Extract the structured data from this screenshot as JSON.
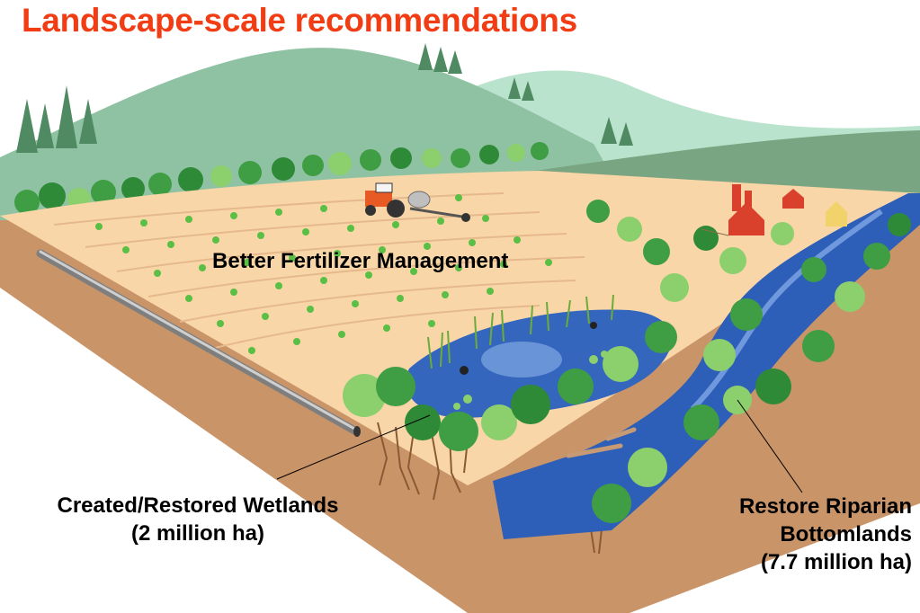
{
  "title": "Landscape-scale recommendations",
  "labels": {
    "fertilizer": "Better Fertilizer Management",
    "wetlands": [
      "Created/Restored Wetlands",
      "(2 million ha)"
    ],
    "riparian": [
      "Restore Riparian",
      "Bottomlands",
      "(7.7 million ha)"
    ]
  },
  "colors": {
    "title": "#f23c14",
    "hill_far": "#b9e3cc",
    "hill_mid": "#8fc2a3",
    "hill_near": "#7aa582",
    "field": "#f8d6a8",
    "soil_side": "#c99468",
    "water": "#2d5fb8",
    "tree": "#3f9e43",
    "tree_light": "#8ccf6d",
    "tractor": "#e85a23",
    "barn": "#d9412c"
  },
  "icons": [
    "tractor-icon",
    "barn-icon",
    "silo-icon",
    "drain-pipe-icon",
    "tree-icon",
    "crop-plant-icon"
  ]
}
